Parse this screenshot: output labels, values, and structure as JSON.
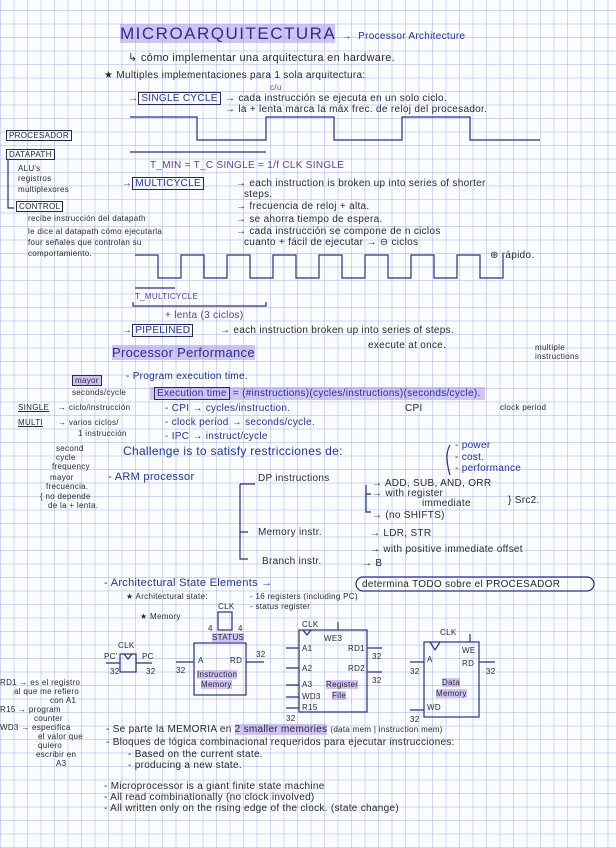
{
  "title": {
    "main": "MICROARQUITECTURA",
    "arrow": "→",
    "sub": "Processor Architecture"
  },
  "subtitle": "↳ cómo implementar una arquitectura en hardware.",
  "multiples": "★ Multiples implementaciones para 1 sola arquitectura:",
  "single_cycle": {
    "label": "SINGLE CYCLE",
    "note": "c/u",
    "line1": "→ cada instrucción se ejecuta en un solo ciclo.",
    "line2": "→ la + lenta marca la máx frec. de reloj del procesador.",
    "formula": "T_MIN = T_C SINGLE = 1/f CLK SINGLE"
  },
  "sidebar": {
    "processor": "PROCESADOR",
    "datapath": "DATAPATH",
    "datapath_items": [
      "ALU's",
      "registros",
      "multiplexores"
    ],
    "control": "CONTROL",
    "control_items": [
      "recibe instrucción del datapath",
      "le dice al datapath cómo ejecutarla",
      "four señales que controlan su",
      "comportamiento."
    ]
  },
  "multicycle": {
    "label": "MULTICYCLE",
    "lines": [
      "→ each instruction is broken up into series of shorter",
      "steps.",
      "→ frecuencia de reloj + alta.",
      "→ se ahorra tiempo de espera.",
      "→ cada instrucción se compone de n ciclos",
      "cuanto + fácil de ejecutar → ⊖ ciclos",
      "⊕ rápido."
    ],
    "t_label": "T_MULTICYCLE",
    "slower": "+ lenta (3 ciclos)"
  },
  "pipelined": {
    "label": "PIPELINED",
    "line1": "→ each instruction broken up into series of steps.",
    "line2": "execute at once.",
    "note": "multiple instructions"
  },
  "performance": {
    "heading": "Processor Performance",
    "program_time": "- Program execution time.",
    "major": "mayor",
    "seconds_cycle": "seconds/cycle",
    "exec_label": "Execution time",
    "exec_formula": "= (#instructions)(cycles/instructions)(seconds/cycle).",
    "cpi_top": "CPI",
    "clock_top": "clock period",
    "single": "SINGLE",
    "single_note": "→ ciclo/instrucción",
    "cpi_line": "- CPI → cycles/instruction.",
    "multi": "MULTI",
    "multi_note": "→ varios ciclos/",
    "multi_note2": "1 instrucción",
    "clock_line": "- clock period → seconds/cycle.",
    "ipc_line": "- IPC → instruct/cycle",
    "second_cycle": [
      "second",
      "cycle",
      "frequency"
    ],
    "challenge": "Challenge is to satisfy restricciones de:",
    "constraints": [
      "- power",
      "- cost.",
      "- performance"
    ],
    "left_notes": [
      "mayor",
      "frecuencia.",
      "{ no depende",
      "de la + lenta."
    ]
  },
  "arm": {
    "label": "- ARM processor",
    "dp": "DP instructions",
    "dp_items": [
      "→ ADD, SUB, AND, ORR",
      "→ with register",
      "immediate",
      "} Src2.",
      "→ (no SHIFTS)"
    ],
    "mem": "Memory instr.",
    "mem_items": [
      "→ LDR, STR",
      "→ with positive immediate offset"
    ],
    "branch": "Branch instr.",
    "branch_item": "→ B"
  },
  "state": {
    "label": "- Architectural State Elements →",
    "cloud": "determina TODO sobre el PROCESADOR",
    "arch_state": "★ Architectural state:",
    "arch_items": [
      "- 16 registers (including PC)",
      "- status register"
    ],
    "memory": "★ Memory"
  },
  "diagrams": {
    "clk": "CLK",
    "pc_in": "PC'",
    "pc_out": "PC",
    "w32": "32",
    "w4": "4",
    "status": "STATUS",
    "imem": {
      "a": "A",
      "rd": "RD",
      "name1": "Instruction",
      "name2": "Memory"
    },
    "rf": {
      "a1": "A1",
      "a2": "A2",
      "a3": "A3",
      "wd3": "WD3",
      "r15": "R15",
      "we3": "WE3",
      "rd1": "RD1",
      "rd2": "RD2",
      "name1": "Register",
      "name2": "File"
    },
    "dmem": {
      "a": "A",
      "rd": "RD",
      "we": "WE",
      "wd": "WD",
      "name1": "Data",
      "name2": "Memory"
    }
  },
  "left_notes": [
    "RD1 → es el registro",
    "al que me refiero",
    "con A1",
    "R15 → program",
    "counter",
    "WD3 → especifica",
    "el valor que",
    "quiero",
    "escribir en",
    "A3"
  ],
  "bullets": [
    {
      "text": "- Se parte la MEMORIA en ",
      "hl": "2 smaller memories",
      "rest": "(data mem | instruction mem)"
    },
    {
      "text": "- Bloques de lógica combinacional requeridos para ejecutar instrucciones:"
    },
    {
      "text": "- Based on the current state."
    },
    {
      "text": "- producing a new state."
    },
    {
      "text": "- Microprocessor is a giant finite state machine"
    },
    {
      "text": "- All read combinationally (no clock involved)"
    },
    {
      "text": "- All written only on the rising edge of the clock. (state change)"
    }
  ],
  "colors": {
    "ink_blue": "#27308a",
    "ink_black": "#2a2a33",
    "highlight": "#af96eb",
    "grid": "#7896d2"
  }
}
